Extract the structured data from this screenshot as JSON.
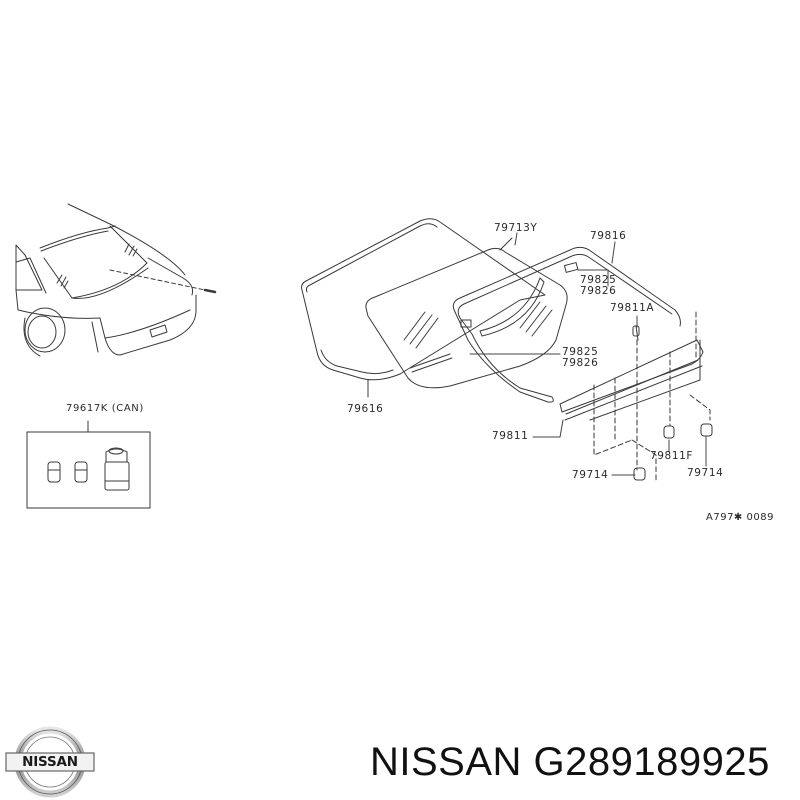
{
  "diagram": {
    "callouts": [
      {
        "id": "79713Y",
        "label": "79713Y"
      },
      {
        "id": "79816",
        "label": "79816"
      },
      {
        "id": "79825_top",
        "label": "79825"
      },
      {
        "id": "79826_top",
        "label": "79826"
      },
      {
        "id": "79811A",
        "label": "79811A"
      },
      {
        "id": "79825_mid",
        "label": "79825"
      },
      {
        "id": "79826_mid",
        "label": "79826"
      },
      {
        "id": "79616",
        "label": "79616"
      },
      {
        "id": "79811",
        "label": "79811"
      },
      {
        "id": "79811F",
        "label": "79811F"
      },
      {
        "id": "79714_left",
        "label": "79714"
      },
      {
        "id": "79714_right",
        "label": "79714"
      },
      {
        "id": "79617K",
        "label": "79617K (CAN)"
      }
    ],
    "reference_code": "A797✱ 0089"
  },
  "footer": {
    "brand_logo_text": "NISSAN",
    "title": "NISSAN G289189925",
    "brand_color": "#111111"
  }
}
